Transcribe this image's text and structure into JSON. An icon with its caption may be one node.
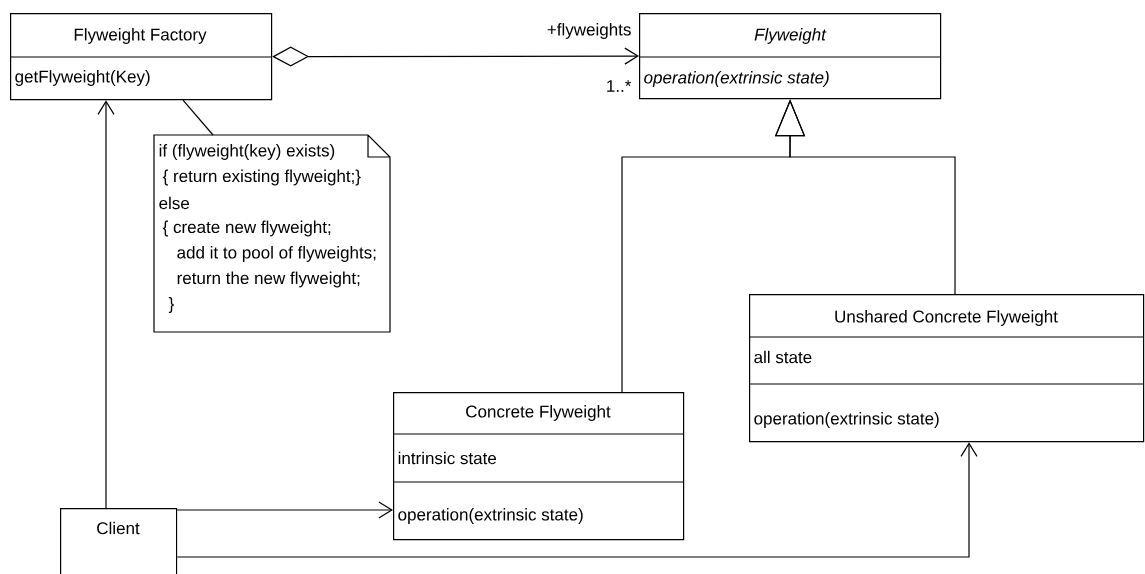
{
  "diagram": {
    "nodes": [
      {
        "text": [
          "Flyweight Factory",
          "getFlyweight(Key)"
        ]
      },
      {
        "text": [
          "Flyweight",
          "operation(extrinsic state)"
        ]
      },
      {
        "text": [
          "if (flyweight(key) exists)",
          "{ return existing flyweight;}",
          "else",
          "{ create new flyweight;",
          "add it to pool of flyweights;",
          "return the new flyweight;",
          "}"
        ]
      },
      {
        "text": [
          "Concrete Flyweight",
          "intrinsic state",
          "operation(extrinsic state)"
        ]
      },
      {
        "text": [
          "Unshared Concrete Flyweight",
          "all state",
          "operation(extrinsic state)"
        ]
      },
      {
        "text": [
          "Client"
        ]
      }
    ],
    "edges": [
      {
        "from": 0,
        "to": 1,
        "arrow": "to",
        "label": "+flyweights"
      },
      {
        "from": 2,
        "to": 0,
        "arrow": "none"
      },
      {
        "from": 3,
        "to": 1,
        "arrow": "to"
      },
      {
        "from": 4,
        "to": 1,
        "arrow": "to"
      },
      {
        "from": 5,
        "to": 0,
        "arrow": "to"
      },
      {
        "from": 5,
        "to": 3,
        "arrow": "to"
      },
      {
        "from": 5,
        "to": 4,
        "arrow": "to"
      }
    ],
    "labels": [
      "1..*"
    ]
  }
}
